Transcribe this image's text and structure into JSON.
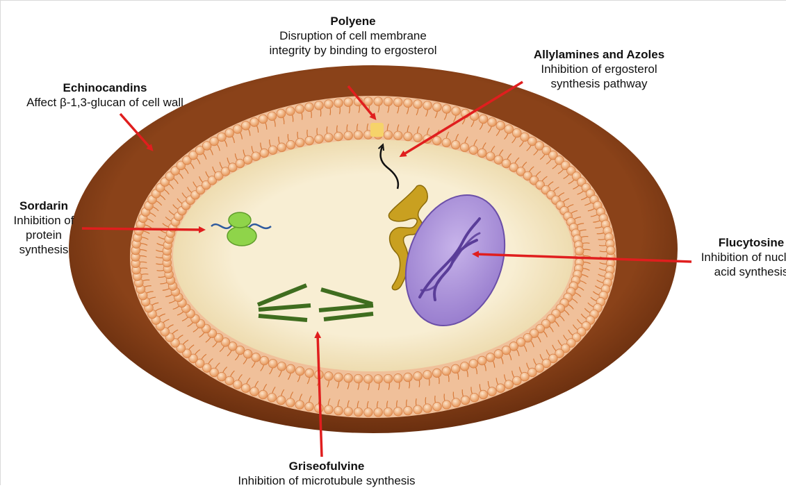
{
  "labels": {
    "polyene": {
      "title": "Polyene",
      "line1": "Disruption of cell membrane",
      "line2": "integrity by binding to ergosterol"
    },
    "allylamines": {
      "title": "Allylamines and Azoles",
      "line1": "Inhibition of ergosterol",
      "line2": "synthesis pathway"
    },
    "echinocandins": {
      "title": "Echinocandins",
      "line1": "Affect β-1,3-glucan of cell wall"
    },
    "sordarin": {
      "title": "Sordarin",
      "line1": "Inhibition of",
      "line2": "protein",
      "line3": "synthesis"
    },
    "flucytosine": {
      "title": "Flucytosine",
      "line1": "Inhibition of nucleic",
      "line2": "acid synthesis"
    },
    "griseofulvine": {
      "title": "Griseofulvine",
      "line1": "Inhibition of microtubule synthesis"
    }
  },
  "colors": {
    "cell_wall": "#7a3a14",
    "membrane": "#eeb58c",
    "cytoplasm": "#f7ecd0",
    "arrow": "#e01e1e",
    "nucleus": "#a98fd6",
    "dna": "#5a3d99",
    "golgi": "#c79a1a",
    "ribosome": "#8fd44a",
    "microtubule": "#3f6d1f",
    "ergosterol": "#f6d36a"
  }
}
